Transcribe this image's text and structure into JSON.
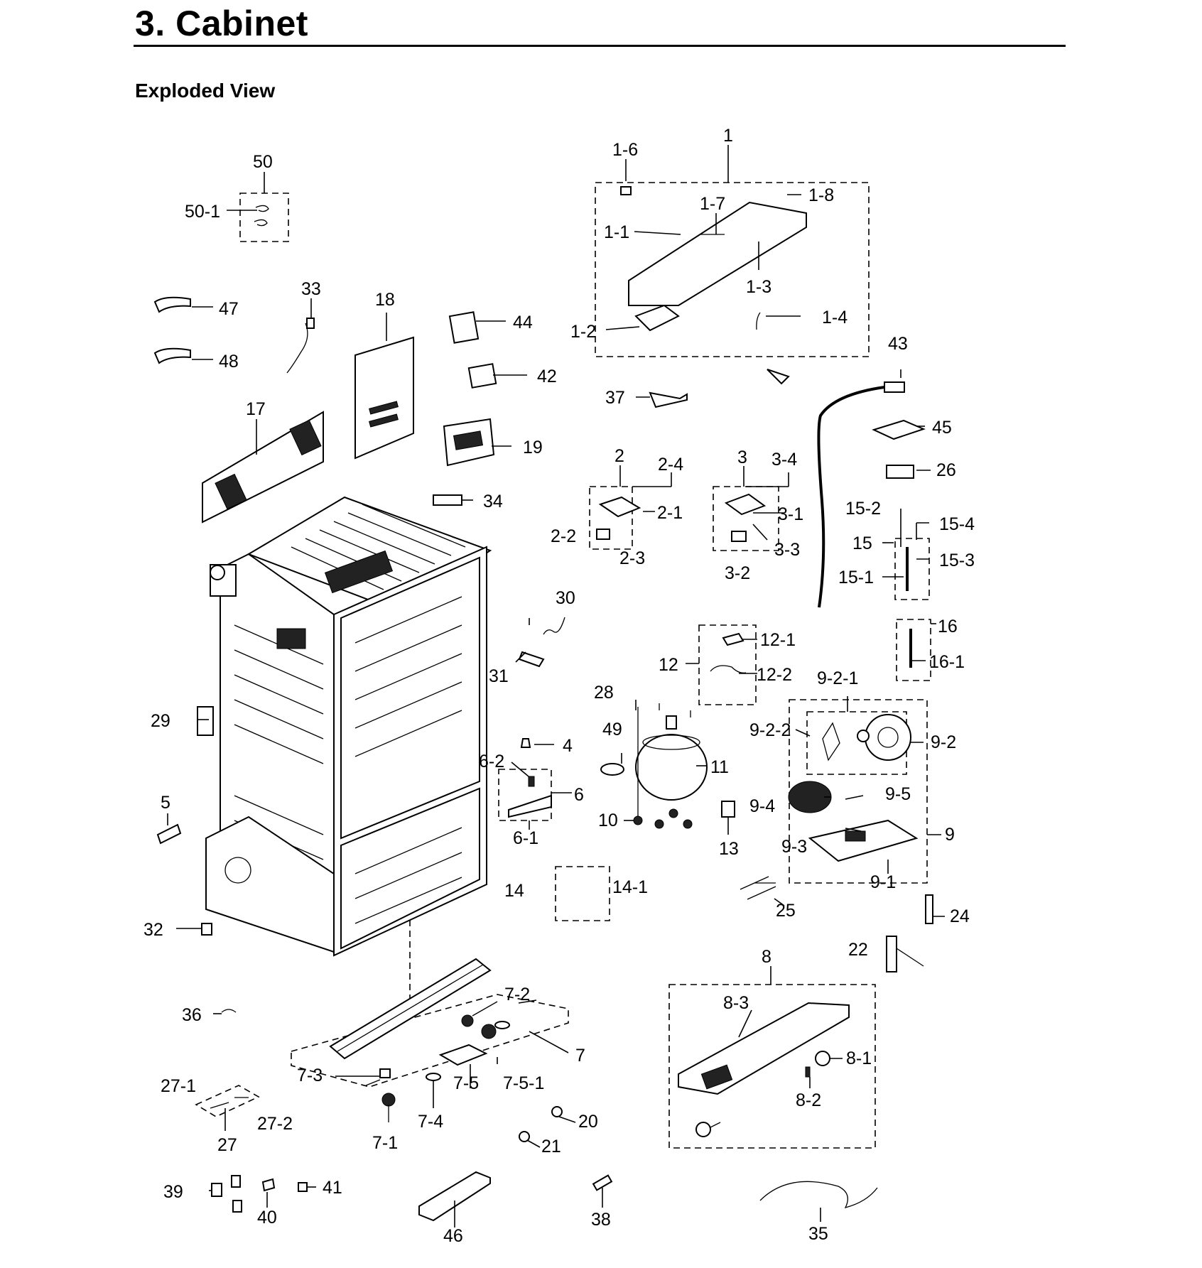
{
  "header": {
    "title": "3.  Cabinet",
    "subtitle": "Exploded View"
  },
  "callouts": [
    "1",
    "1-1",
    "1-2",
    "1-3",
    "1-4",
    "1-6",
    "1-7",
    "1-8",
    "2",
    "2-1",
    "2-2",
    "2-3",
    "2-4",
    "3",
    "3-1",
    "3-2",
    "3-3",
    "3-4",
    "4",
    "5",
    "6",
    "6-1",
    "6-2",
    "7",
    "7-1",
    "7-2",
    "7-3",
    "7-4",
    "7-5",
    "7-5-1",
    "8",
    "8-1",
    "8-2",
    "8-3",
    "9",
    "9-1",
    "9-2",
    "9-2-1",
    "9-2-2",
    "9-3",
    "9-4",
    "9-5",
    "10",
    "11",
    "12",
    "12-1",
    "12-2",
    "13",
    "14",
    "14-1",
    "15",
    "15-1",
    "15-2",
    "15-3",
    "15-4",
    "16",
    "16-1",
    "17",
    "18",
    "19",
    "20",
    "21",
    "22",
    "24",
    "25",
    "26",
    "27",
    "27-1",
    "27-2",
    "28",
    "29",
    "30",
    "31",
    "32",
    "33",
    "34",
    "35",
    "36",
    "37",
    "38",
    "39",
    "40",
    "41",
    "42",
    "43",
    "44",
    "45",
    "46",
    "47",
    "48",
    "49",
    "50",
    "50-1"
  ]
}
